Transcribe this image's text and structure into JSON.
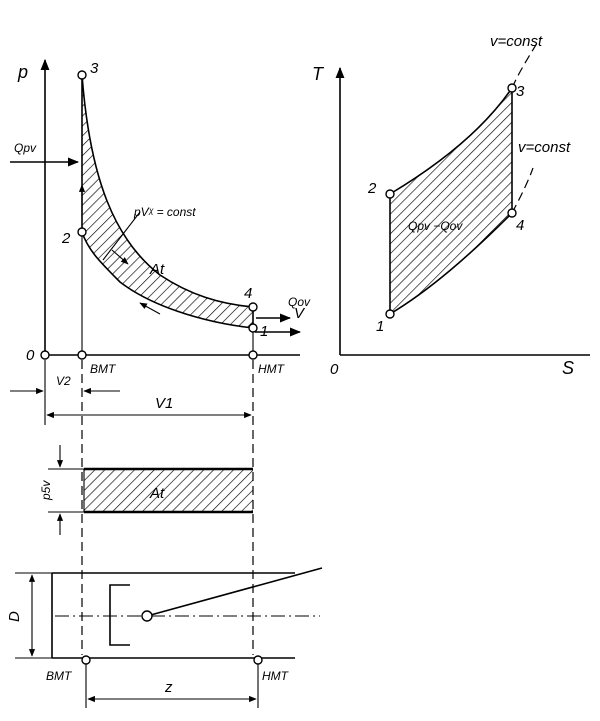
{
  "pv_diagram": {
    "axis_p": "p",
    "axis_v": "V",
    "origin": "0",
    "point_1": "1",
    "point_2": "2",
    "point_3": "3",
    "point_4": "4",
    "heat_in": "Qpv",
    "heat_out": "Qov",
    "isentrope": "pVᵡ = const",
    "work": "At",
    "tdc": "BMT",
    "bdc": "HMT",
    "v2": "V2",
    "v1": "V1"
  },
  "ts_diagram": {
    "axis_t": "T",
    "axis_s": "S",
    "origin": "0",
    "isochore_top": "v=const",
    "isochore_right": "v=const",
    "heat_diff": "Qpv −Qov",
    "point_1": "1",
    "point_2": "2",
    "point_3": "3",
    "point_4": "4"
  },
  "mep_diagram": {
    "pressure": "p5v",
    "work": "At"
  },
  "cylinder": {
    "bore": "D",
    "tdc": "BMT",
    "bdc": "HMT",
    "stroke": "z"
  }
}
